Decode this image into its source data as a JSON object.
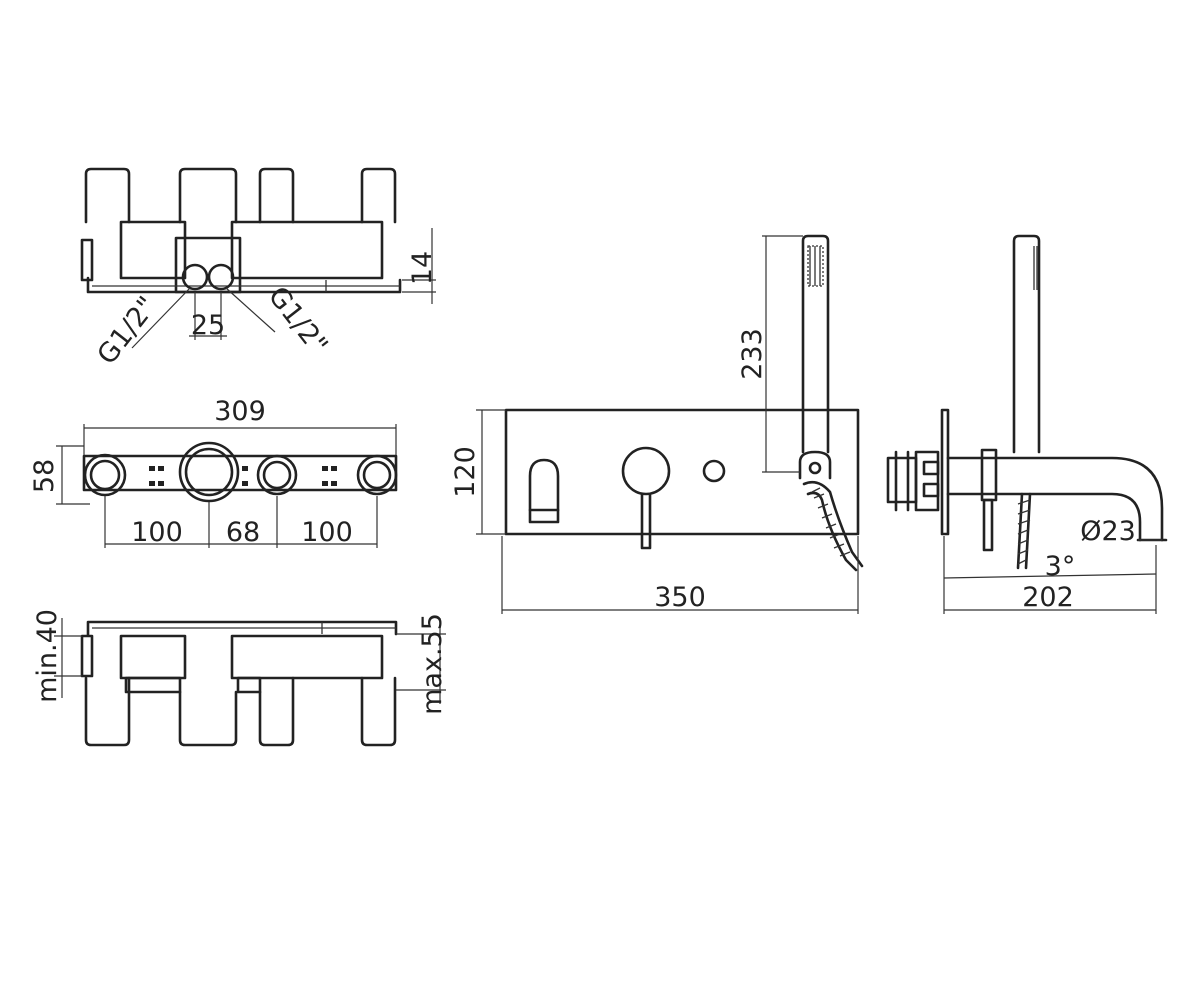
{
  "labels": {
    "d14": "14",
    "d25": "25",
    "g_left": "G1/2\"",
    "g_right": "G1/2\"",
    "d309": "309",
    "d58": "58",
    "d100a": "100",
    "d68": "68",
    "d100b": "100",
    "min40": "min.40",
    "max55": "max.55",
    "d233": "233",
    "d120": "120",
    "d350": "350",
    "dia23": "Ø23",
    "deg3": "3°",
    "d202": "202"
  }
}
